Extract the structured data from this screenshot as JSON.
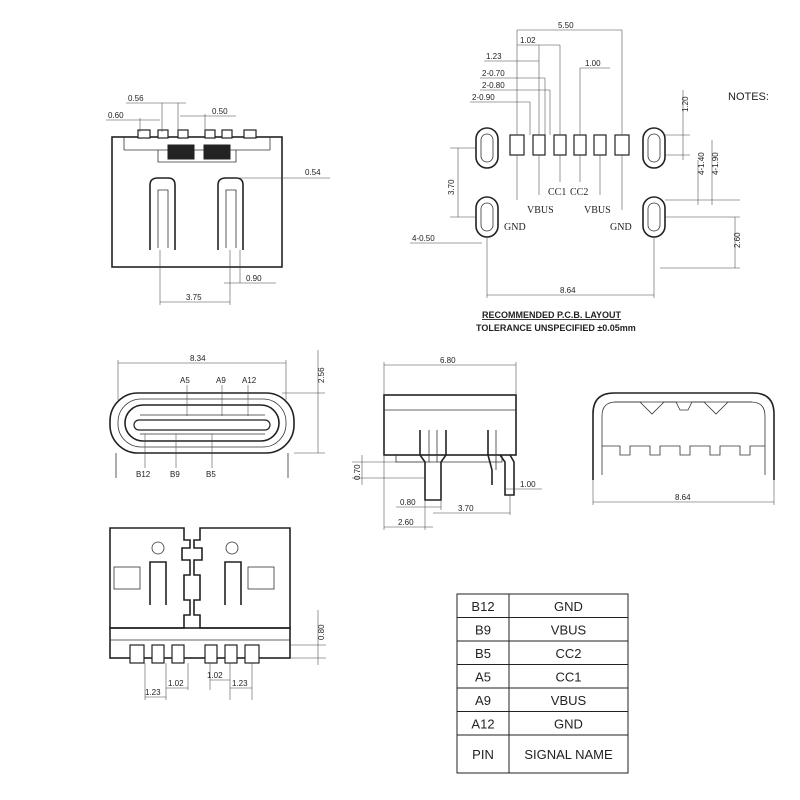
{
  "notes_label": "NOTES:",
  "pcb_layout": {
    "caption_line1": "RECOMMENDED  P.C.B. LAYOUT",
    "caption_line2": "TOLERANCE UNSPECIFIED ±0.05mm",
    "dims": {
      "width_550": "5.50",
      "d_102": "1.02",
      "d_123": "1.23",
      "d_2x070": "2-0.70",
      "d_2x080": "2-0.80",
      "d_2x090": "2-0.90",
      "d_100": "1.00",
      "d_120": "1.20",
      "d_4x140": "4-1.40",
      "d_4x190": "4-1.90",
      "d_370": "3.70",
      "d_260": "2.60",
      "d_4x050": "4-0.50",
      "d_864": "8.64"
    },
    "pad_labels": [
      "GND",
      "VBUS",
      "CC1",
      "CC2",
      "VBUS",
      "GND"
    ]
  },
  "top_view": {
    "dims": {
      "d_056": "0.56",
      "d_060": "0.60",
      "d_050": "0.50",
      "d_054": "0.54",
      "d_090": "0.90",
      "d_375": "3.75"
    }
  },
  "front_view": {
    "dims": {
      "d_834": "8.34",
      "d_256": "2.56"
    },
    "pin_labels_top": [
      "A5",
      "A9",
      "A12"
    ],
    "pin_labels_bottom": [
      "B12",
      "B9",
      "B5"
    ]
  },
  "side_view": {
    "dims": {
      "d_680": "6.80",
      "d_070": "0.70",
      "d_080": "0.80",
      "d_370": "3.70",
      "d_100": "1.00",
      "d_260": "2.60"
    }
  },
  "rear_view": {
    "dims": {
      "d_864": "8.64"
    }
  },
  "bottom_view": {
    "dims": {
      "d_123a": "1.23",
      "d_102a": "1.02",
      "d_102b": "1.02",
      "d_123b": "1.23",
      "d_080": "0.80"
    }
  },
  "pin_table": {
    "rows": [
      {
        "pin": "B12",
        "signal": "GND"
      },
      {
        "pin": "B9",
        "signal": "VBUS"
      },
      {
        "pin": "B5",
        "signal": "CC2"
      },
      {
        "pin": "A5",
        "signal": "CC1"
      },
      {
        "pin": "A9",
        "signal": "VBUS"
      },
      {
        "pin": "A12",
        "signal": "GND"
      }
    ],
    "header": {
      "pin": "PIN",
      "signal": "SIGNAL NAME"
    }
  }
}
